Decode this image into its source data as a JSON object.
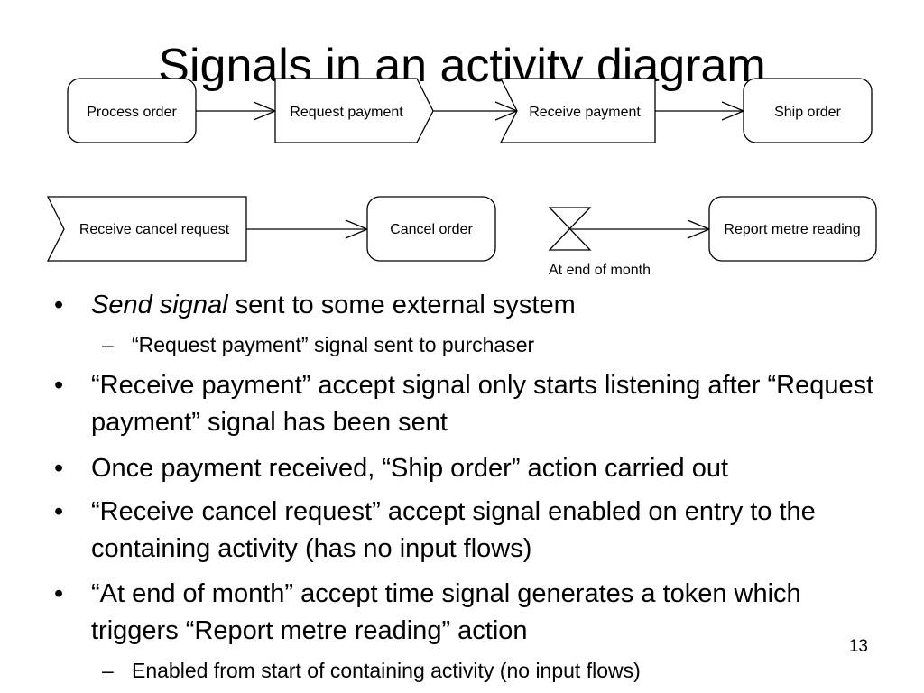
{
  "slide": {
    "title": "Signals in an activity diagram",
    "page_number": "13"
  },
  "diagram": {
    "nodes": {
      "process_order": "Process order",
      "request_payment": "Request payment",
      "receive_payment": "Receive payment",
      "ship_order": "Ship order",
      "receive_cancel_request": "Receive cancel request",
      "cancel_order": "Cancel order",
      "report_metre_reading": "Report metre reading"
    },
    "time_event_label": "At end of month"
  },
  "bullets": [
    {
      "level": 1,
      "emphasis": "Send signal",
      "text": " sent to some external system"
    },
    {
      "level": 2,
      "text": "“Request payment” signal sent to purchaser"
    },
    {
      "level": 1,
      "text": "“Receive payment” accept signal only starts listening after “Request payment” signal has been sent"
    },
    {
      "level": 1,
      "text": "Once payment received, “Ship order” action carried out"
    },
    {
      "level": 1,
      "text": "“Receive cancel request” accept signal enabled on entry to the containing activity (has no input flows)"
    },
    {
      "level": 1,
      "text": "“At end of month” accept time signal generates a token which triggers “Report metre reading” action"
    },
    {
      "level": 2,
      "text": "Enabled from start of containing activity (no input flows)"
    }
  ],
  "bullet_marks": {
    "level1": "•",
    "level2": "–"
  }
}
